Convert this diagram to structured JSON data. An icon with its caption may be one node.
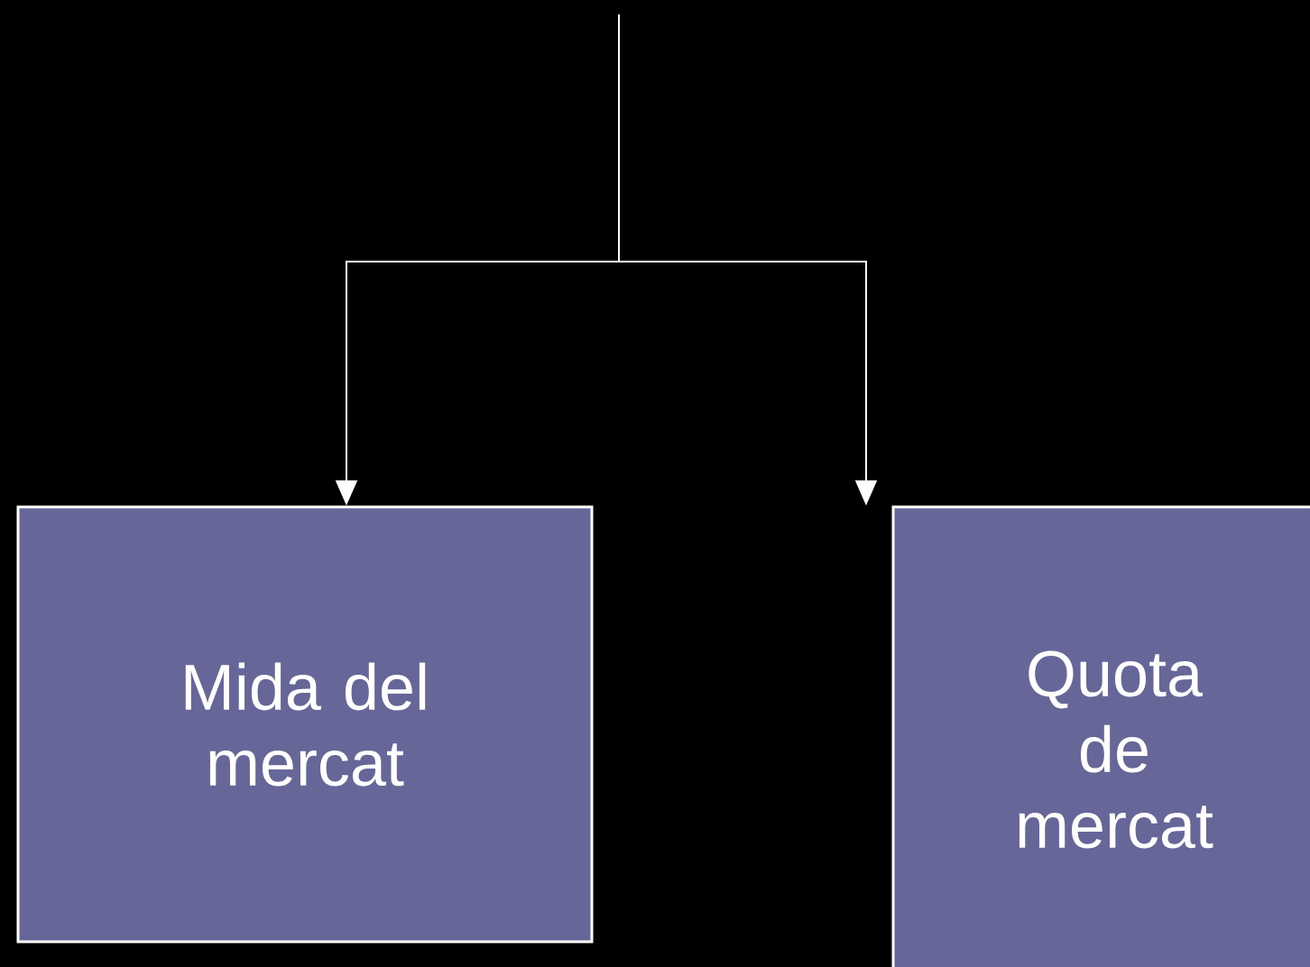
{
  "diagram": {
    "nodes": [
      {
        "text": [
          "Mida del mercat"
        ]
      },
      {
        "text": [
          "Quota de mercat"
        ]
      }
    ],
    "edges": [
      {
        "from": null,
        "to": 0,
        "arrow": "to"
      },
      {
        "from": null,
        "to": 1,
        "arrow": "to"
      }
    ]
  }
}
